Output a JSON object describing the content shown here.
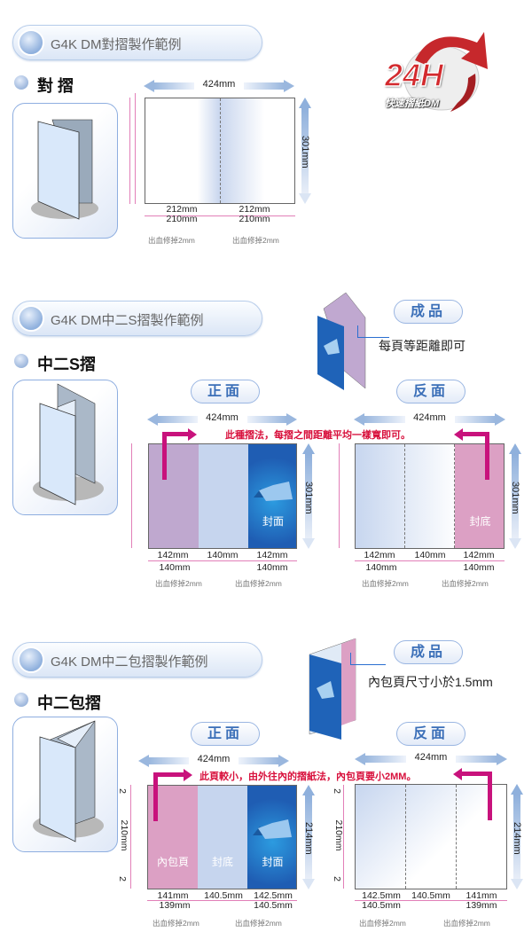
{
  "logo": {
    "main": "24H",
    "sub": "快速摺紙DM"
  },
  "s1": {
    "header": "G4K DM對摺製作範例",
    "title": "對 摺",
    "width": "424mm",
    "height": "301mm",
    "top_dims": [
      "212mm",
      "212mm"
    ],
    "bottom_dims": [
      "210mm",
      "210mm"
    ],
    "bleed": [
      "出血修掉2mm",
      "出血修掉2mm"
    ]
  },
  "s2": {
    "header": "G4K DM中二S摺製作範例",
    "title": "中二S摺",
    "finished_tag": "成品",
    "finished_note": "每頁等距離即可",
    "front_tag": "正面",
    "back_tag": "反面",
    "width_front": "424mm",
    "width_back": "424mm",
    "note": "此種摺法，每摺之間距離平均一樣寬即可。",
    "height_front": "301mm",
    "height_back": "301mm",
    "front": {
      "panels": [
        "",
        "",
        "封面"
      ],
      "top_dims": [
        "142mm",
        "140mm",
        "142mm"
      ],
      "bottom_dims": [
        "140mm",
        "140mm"
      ]
    },
    "back": {
      "panels": [
        "",
        "",
        "封底"
      ],
      "top_dims": [
        "142mm",
        "140mm",
        "142mm"
      ],
      "bottom_dims": [
        "140mm",
        "140mm"
      ]
    },
    "bleed": [
      "出血修掉2mm",
      "出血修掉2mm",
      "出血修掉2mm",
      "出血修掉2mm"
    ]
  },
  "s3": {
    "header": "G4K DM中二包摺製作範例",
    "title": "中二包摺",
    "finished_tag": "成品",
    "finished_note": "內包頁尺寸小於1.5mm",
    "front_tag": "正面",
    "back_tag": "反面",
    "width_front": "424mm",
    "width_back": "424mm",
    "note": "此頁較小，由外往內的摺紙法，內包頁要小2MM。",
    "height_front": "214mm",
    "height_back": "214mm",
    "side": [
      "2",
      "210mm",
      "2"
    ],
    "front": {
      "panels": [
        "內包頁",
        "封底",
        "封面"
      ],
      "top_dims": [
        "141mm",
        "140.5mm",
        "142.5mm"
      ],
      "bottom_dims": [
        "139mm",
        "140.5mm"
      ]
    },
    "back": {
      "top_dims": [
        "142.5mm",
        "140.5mm",
        "141mm"
      ],
      "bottom_dims": [
        "140.5mm",
        "139mm"
      ]
    },
    "bleed": [
      "出血修掉2mm",
      "出血修掉2mm",
      "出血修掉2mm",
      "出血修掉2mm"
    ]
  },
  "colors": {
    "accent": "#3b6fb8",
    "note_red": "#d8103c",
    "arrow_magenta": "#c8127c",
    "purple_panel": "#bfa8cf",
    "pink_panel": "#dca0c4",
    "light_panel": "#c6d5ee"
  }
}
